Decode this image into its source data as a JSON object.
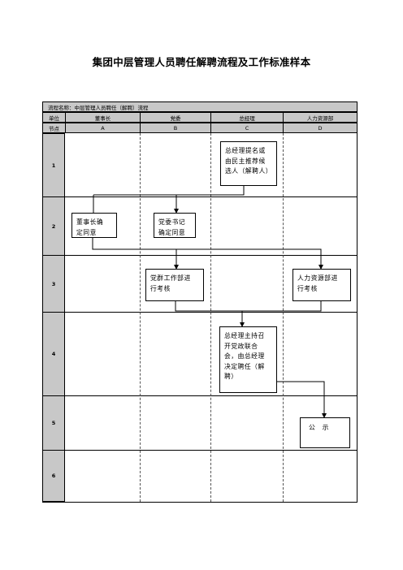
{
  "title": "集团中层管理人员聘任解聘流程及工作标准样本",
  "flow_name": "流程名称：中层管理人员聘任（解聘）流程",
  "header": {
    "unit_label": "单位",
    "node_label": "节点",
    "lanes": [
      {
        "unit": "董事长",
        "code": "A"
      },
      {
        "unit": "党委",
        "code": "B"
      },
      {
        "unit": "总经理",
        "code": "C"
      },
      {
        "unit": "人力资源部",
        "code": "D"
      }
    ]
  },
  "rows": [
    "1",
    "2",
    "3",
    "4",
    "5",
    "6"
  ],
  "boxes": {
    "gm_nominate": "总经理提名或\n由民主推荐候\n选人（解聘人）",
    "chairman_confirm": "董事长确\n定同意",
    "party_secretary_confirm": "党委书记\n确定同意",
    "party_work_assess": "党群工作部进\n行考核",
    "hr_assess": "人力资源部进\n行考核",
    "gm_meeting": "总经理主持召\n开党政联合\n会，由总经理\n决定聘任（解\n聘）",
    "publicize": "公　示"
  }
}
